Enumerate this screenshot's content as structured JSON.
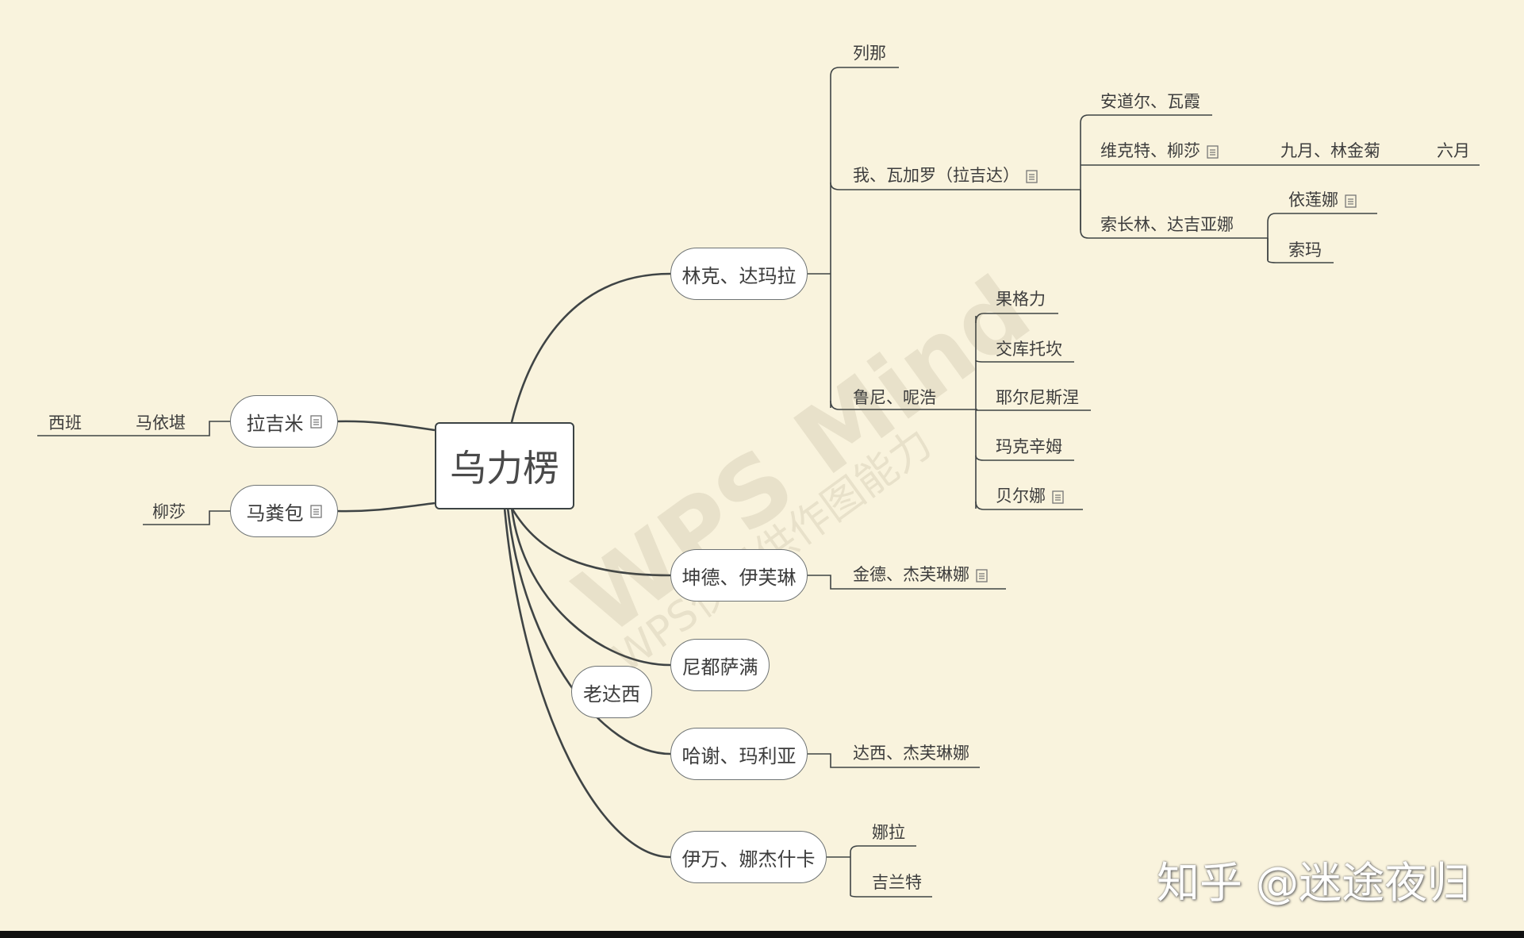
{
  "diagram": {
    "root": "乌力楞",
    "branches": {
      "link": "林克、达玛拉",
      "lieyan": "列那",
      "wo": "我、瓦加罗（拉吉达）",
      "andaoer": "安道尔、瓦霞",
      "weikete": "维克特、柳莎",
      "jiuyue": "九月、林金菊",
      "liuyue": "六月",
      "suochanglin": "索长林、达吉亚娜",
      "yilianna": "依莲娜",
      "suoma": "索玛",
      "luni": "鲁尼、呢浩",
      "guogeli": "果格力",
      "jiaoku": "交库托坎",
      "yeerni": "耶尔尼斯涅",
      "makexinmu": "玛克辛姆",
      "beierna": "贝尔娜",
      "kunde": "坤德、伊芙琳",
      "jinde": "金德、杰芙琳娜",
      "nidu": "尼都萨满",
      "laodaxi": "老达西",
      "haxie": "哈谢、玛利亚",
      "daxi": "达西、杰芙琳娜",
      "yiwan": "伊万、娜杰什卡",
      "nala": "娜拉",
      "jilante": "吉兰特",
      "lajimi": "拉吉米",
      "mayikan": "马依堪",
      "xiban": "西班",
      "mafenbao": "马粪包",
      "liusha": "柳莎"
    },
    "note_icon": "note-icon"
  },
  "watermark": {
    "title": "WPS Mind",
    "subtitle": "WPS仅提供作图能力"
  },
  "brand_text": "知乎 @迷途夜归",
  "colors": {
    "background": "#f9f3dd",
    "line": "#3f4445",
    "node_fill": "#ffffff"
  }
}
